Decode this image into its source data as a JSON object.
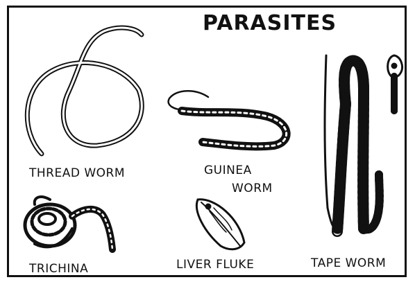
{
  "title": "PARASITES",
  "labels": {
    "thread_worm": "THREAD WORM",
    "guinea_line1": "GUINEA",
    "guinea_line2": "WORM",
    "trichina": "TRICHINA",
    "liver_fluke": "LIVER FLUKE",
    "tape_worm": "TAPE WORM"
  }
}
